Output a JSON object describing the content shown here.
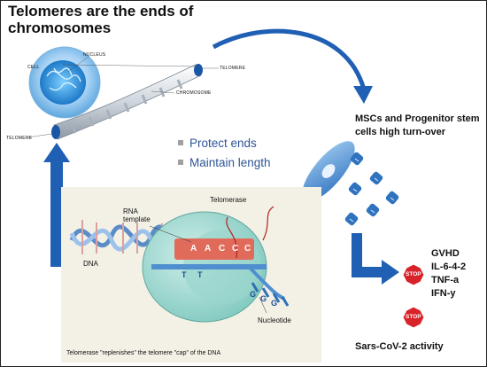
{
  "title": "Telomeres are the ends of chromosomes",
  "cell_diagram": {
    "cell_label": "CELL",
    "nucleus_label": "NUCLEUS",
    "telomere_top_label": "TELOMERE",
    "chromosome_label": "CHROMOSOME",
    "telomere_bottom_label": "TELOMERE"
  },
  "functions": [
    "Protect ends",
    "Maintain length"
  ],
  "stem_cells_text": "MSCs and Progenitor stem cells high turn-over",
  "telomerase_diagram": {
    "telomerase_label": "Telomerase",
    "rna_label": "RNA template",
    "dna_label": "DNA",
    "nucleotide_label": "Nucleotide",
    "caption": "Telomerase \"replenishes\" the telomere \"cap\" of the DNA",
    "rna_letters": [
      "A",
      "A",
      "C",
      "C",
      "C"
    ],
    "dna_letters": [
      "T",
      "T",
      "G",
      "G",
      "G"
    ]
  },
  "outcomes": [
    "GVHD",
    "IL-6-4-2",
    "TNF-a",
    "IFN-y"
  ],
  "stop_sign_text": "STOP",
  "covid_text": "Sars-CoV-2 activity",
  "colors": {
    "blue_arrow": "#1f5fb4",
    "stop_red": "#d9232a",
    "bullet_text": "#2f5597"
  }
}
